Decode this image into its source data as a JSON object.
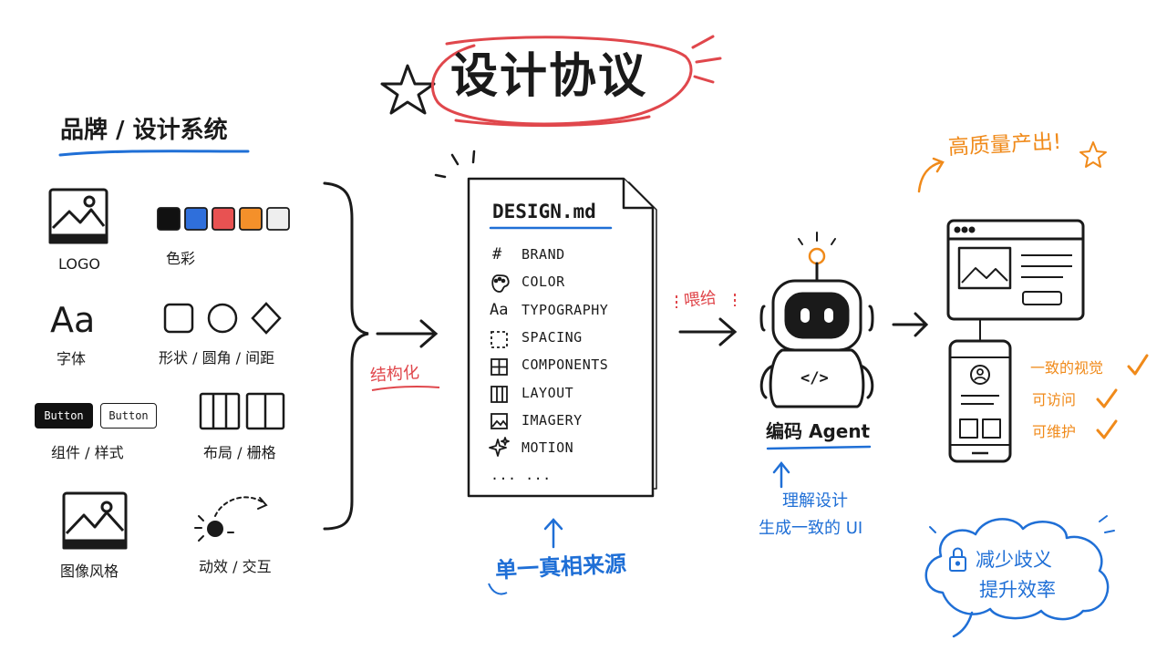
{
  "title": "设计协议",
  "left": {
    "heading": "品牌 / 设计系统",
    "items": {
      "logo": "LOGO",
      "color": "色彩",
      "font_sample": "Aa",
      "font": "字体",
      "shape": "形状 / 圆角 / 间距",
      "button_filled": "Button",
      "button_outline": "Button",
      "components": "组件 / 样式",
      "layout": "布局 / 栅格",
      "imagery": "图像风格",
      "motion": "动效 / 交互"
    },
    "swatches": [
      "#111111",
      "#2f6fdb",
      "#e85252",
      "#f4902a",
      "#eeeeee"
    ]
  },
  "arrow1_label": "结构化",
  "doc": {
    "title": "DESIGN.md",
    "sections": [
      {
        "icon": "#",
        "label": "BRAND"
      },
      {
        "icon": "",
        "label": "COLOR"
      },
      {
        "icon": "Aa",
        "label": "TYPOGRAPHY"
      },
      {
        "icon": "",
        "label": "SPACING"
      },
      {
        "icon": "",
        "label": "COMPONENTS"
      },
      {
        "icon": "",
        "label": "LAYOUT"
      },
      {
        "icon": "",
        "label": "IMAGERY"
      },
      {
        "icon": "",
        "label": "MOTION"
      },
      {
        "icon": "",
        "label": "... ..."
      }
    ],
    "footer": "单一真相来源"
  },
  "arrow2_label": "喂给",
  "agent": {
    "code_glyph": "</>",
    "label": "编码 Agent",
    "note_line1": "理解设计",
    "note_line2": "生成一致的 UI"
  },
  "output": {
    "headline": "高质量产出!",
    "checks": [
      "一致的视觉",
      "可访问",
      "可维护"
    ]
  },
  "cloud": {
    "line1": "减少歧义",
    "line2": "提升效率"
  },
  "colors": {
    "red": "#e0474c",
    "blue": "#1f6fd6",
    "orange": "#f08a1a",
    "ink": "#1a1a1a"
  }
}
